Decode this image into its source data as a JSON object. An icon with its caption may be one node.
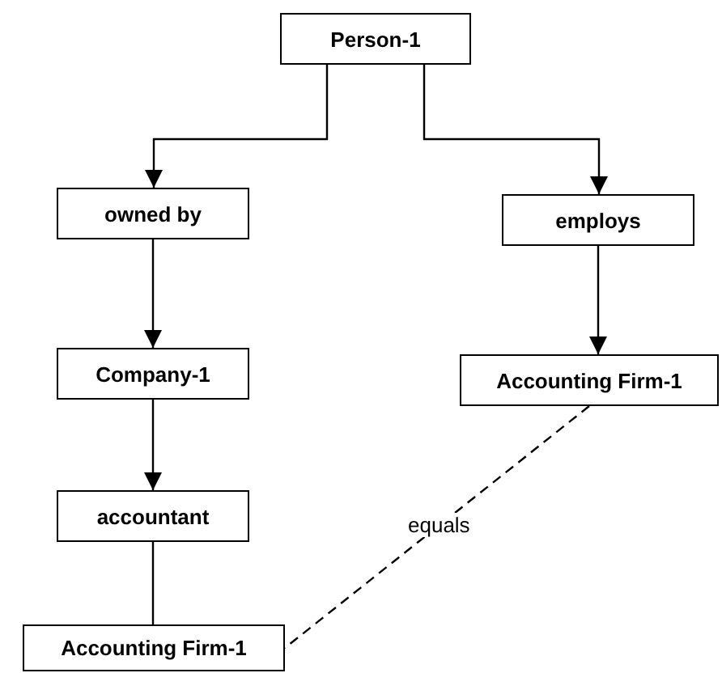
{
  "diagram": {
    "nodes": [
      {
        "text": [
          "Person-1"
        ]
      },
      {
        "text": [
          "owned by"
        ]
      },
      {
        "text": [
          "employs"
        ]
      },
      {
        "text": [
          "Company-1"
        ]
      },
      {
        "text": [
          "Accounting Firm-1"
        ]
      },
      {
        "text": [
          "accountant"
        ]
      },
      {
        "text": [
          "Accounting Firm-1"
        ]
      }
    ],
    "edges": [
      {
        "from": 0,
        "to": 1,
        "arrow": "to"
      },
      {
        "from": 0,
        "to": 2,
        "arrow": "to"
      },
      {
        "from": 1,
        "to": 3,
        "arrow": "to"
      },
      {
        "from": 2,
        "to": 4,
        "arrow": "to"
      },
      {
        "from": 3,
        "to": 5,
        "arrow": "to"
      },
      {
        "from": 5,
        "to": 6,
        "arrow": "none"
      },
      {
        "from": 4,
        "to": 6,
        "arrow": "none",
        "style": "dashed",
        "label": "equals"
      }
    ]
  }
}
